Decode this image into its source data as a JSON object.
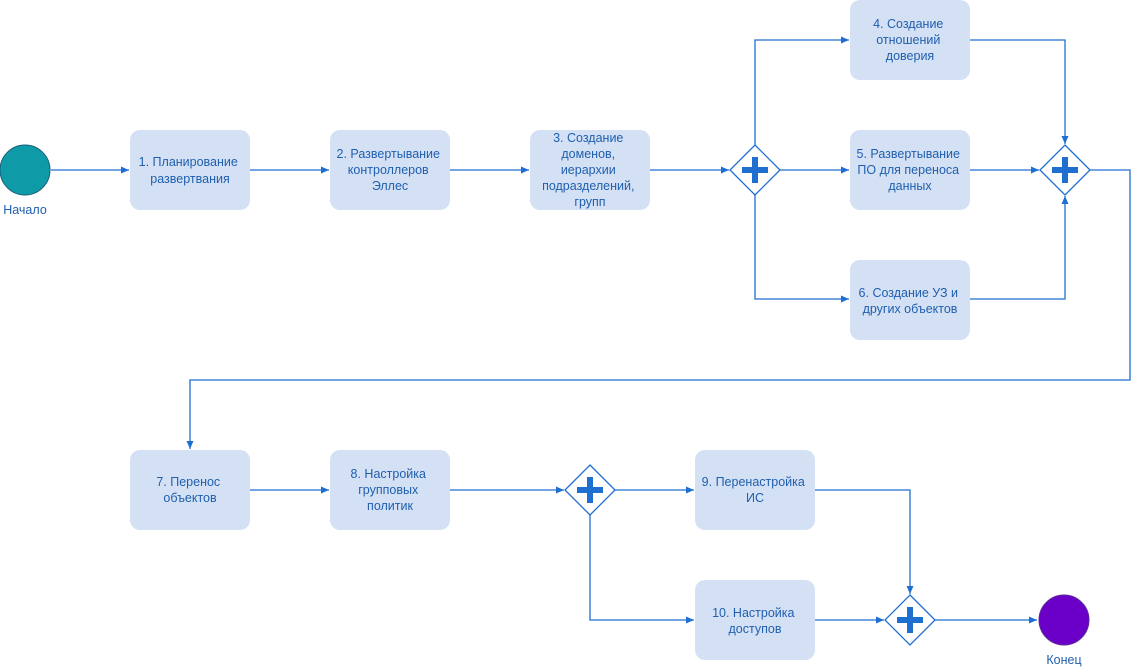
{
  "colors": {
    "task_fill": "#d4e1f5",
    "text": "#1f5fae",
    "flow": "#1f6fd1",
    "start_fill": "#0e9aa7",
    "end_fill": "#6a00c8"
  },
  "events": {
    "start": {
      "label": "Начало"
    },
    "end": {
      "label": "Конец"
    }
  },
  "tasks": [
    {
      "lines": [
        "1. Планирование",
        "развертвания"
      ]
    },
    {
      "lines": [
        "2. Развертывание",
        "контроллеров",
        "Эллес"
      ]
    },
    {
      "lines": [
        "3. Создание",
        "доменов,",
        "иерархии",
        "подразделений,",
        "групп"
      ]
    },
    {
      "lines": [
        "4. Создание",
        "отношений",
        "доверия"
      ]
    },
    {
      "lines": [
        "5. Развертывание",
        "ПО для переноса",
        "данных"
      ]
    },
    {
      "lines": [
        "6. Создание УЗ и",
        "других объектов"
      ]
    },
    {
      "lines": [
        "7. Перенос",
        "объектов"
      ]
    },
    {
      "lines": [
        "8. Настройка",
        "групповых",
        "политик"
      ]
    },
    {
      "lines": [
        "9. Перенастройка",
        "ИС"
      ]
    },
    {
      "lines": [
        "10. Настройка",
        "доступов"
      ]
    }
  ],
  "gateways": [
    {
      "type": "parallel",
      "icon": "plus-icon"
    },
    {
      "type": "parallel",
      "icon": "plus-icon"
    },
    {
      "type": "parallel",
      "icon": "plus-icon"
    },
    {
      "type": "parallel",
      "icon": "plus-icon"
    }
  ]
}
